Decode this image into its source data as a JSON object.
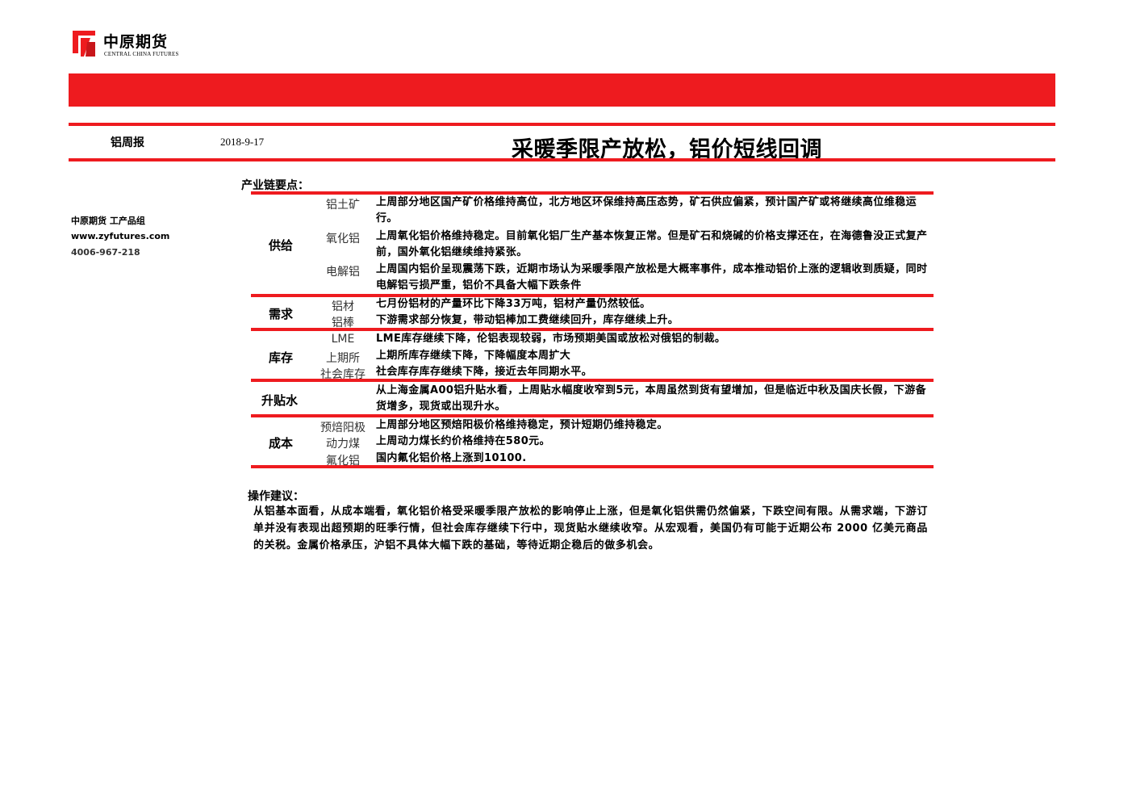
{
  "brand": {
    "name_cn": "中原期货",
    "name_en": "CENTRAL CHINA FUTURES",
    "color": "#ee1b1f"
  },
  "header": {
    "report_type": "铝周报",
    "date": "2018-9-17",
    "title": "采暖季限产放松，铝价短线回调"
  },
  "contact": {
    "org": "中原期货 工产品组",
    "site": "www.zyfutures.com",
    "phone": "4006-967-218"
  },
  "chain": {
    "title": "产业链要点：",
    "groups": [
      {
        "category": "供给",
        "rows": [
          {
            "sub": "铝土矿",
            "text": "上周部分地区国产矿价格维持高位，北方地区环保维持高压态势，矿石供应偏紧，预计国产矿或将继续高位维稳运行。"
          },
          {
            "sub": "氧化铝",
            "text": "上周氧化铝价格维持稳定。目前氧化铝厂生产基本恢复正常。但是矿石和烧碱的价格支撑还在，在海德鲁没正式复产前，国外氧化铝继续维持紧张。"
          },
          {
            "sub": "电解铝",
            "text": "上周国内铝价呈现震荡下跌，近期市场认为采暖季限产放松是大概率事件，成本推动铝价上涨的逻辑收到质疑，同时电解铝亏损严重，铝价不具备大幅下跌条件"
          }
        ]
      },
      {
        "category": "需求",
        "rows": [
          {
            "sub": "铝材",
            "text": "七月份铝材的产量环比下降33万吨，铝材产量仍然较低。"
          },
          {
            "sub": "铝棒",
            "text": "下游需求部分恢复，带动铝棒加工费继续回升，库存继续上升。"
          }
        ]
      },
      {
        "category": "库存",
        "rows": [
          {
            "sub": "LME",
            "text": "LME库存继续下降，伦铝表现较弱，市场预期美国或放松对俄铝的制裁。"
          },
          {
            "sub": "上期所",
            "text": "上期所库存继续下降，下降幅度本周扩大"
          },
          {
            "sub": "社会库存",
            "text": "社会库存库存继续下降，接近去年同期水平。"
          }
        ]
      },
      {
        "category": "升贴水",
        "rows": [
          {
            "sub": "",
            "text": "从上海金属A00铝升贴水看，上周贴水幅度收窄到5元，本周虽然到货有望增加，但是临近中秋及国庆长假，下游备货增多，现货或出现升水。"
          }
        ]
      },
      {
        "category": "成本",
        "rows": [
          {
            "sub": "预焙阳极",
            "text": "上周部分地区预焙阳极价格维持稳定，预计短期仍维持稳定。"
          },
          {
            "sub": "动力煤",
            "text": "上周动力煤长约价格维持在580元。"
          },
          {
            "sub": "氟化铝",
            "text": "国内氟化铝价格上涨到10100."
          }
        ]
      }
    ]
  },
  "suggestion": {
    "title": "操作建议：",
    "text": "从铝基本面看，从成本端看，氧化铝价格受采暖季限产放松的影响停止上涨，但是氧化铝供需仍然偏紧，下跌空间有限。从需求端，下游订单并没有表现出超预期的旺季行情，但社会库存继续下行中，现货贴水继续收窄。从宏观看，美国仍有可能于近期公布 2000 亿美元商品的关税。金属价格承压，沪铝不具体大幅下跌的基础，等待近期企稳后的做多机会。"
  }
}
